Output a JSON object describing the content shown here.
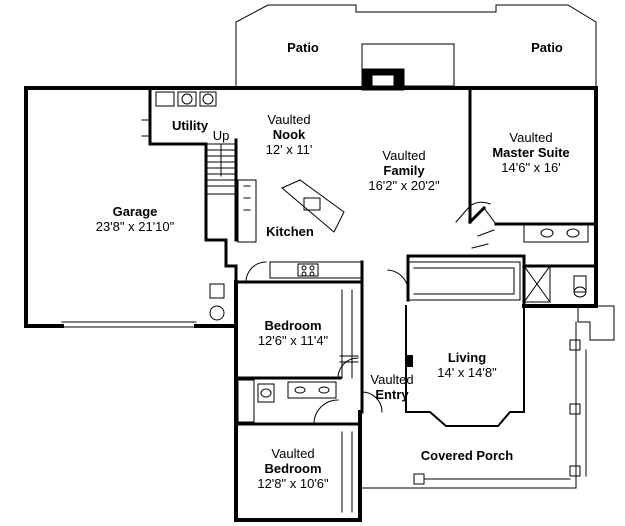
{
  "rooms": {
    "patio_left": {
      "name": "Patio"
    },
    "patio_right": {
      "name": "Patio"
    },
    "utility": {
      "name": "Utility"
    },
    "up": {
      "name": "Up"
    },
    "nook": {
      "prefix": "Vaulted",
      "name": "Nook",
      "dims": "12' x 11'"
    },
    "family": {
      "prefix": "Vaulted",
      "name": "Family",
      "dims": "16'2\" x 20'2\""
    },
    "master": {
      "prefix": "Vaulted",
      "name": "Master Suite",
      "dims": "14'6\" x 16'"
    },
    "garage": {
      "name": "Garage",
      "dims": "23'8\" x 21'10\""
    },
    "kitchen": {
      "name": "Kitchen"
    },
    "bedroom1": {
      "name": "Bedroom",
      "dims": "12'6\" x 11'4\""
    },
    "living": {
      "name": "Living",
      "dims": "14' x 14'8\""
    },
    "entry": {
      "prefix": "Vaulted",
      "name": "Entry"
    },
    "bedroom2": {
      "prefix": "Vaulted",
      "name": "Bedroom",
      "dims": "12'8\" x 10'6\""
    },
    "porch": {
      "name": "Covered Porch"
    }
  }
}
